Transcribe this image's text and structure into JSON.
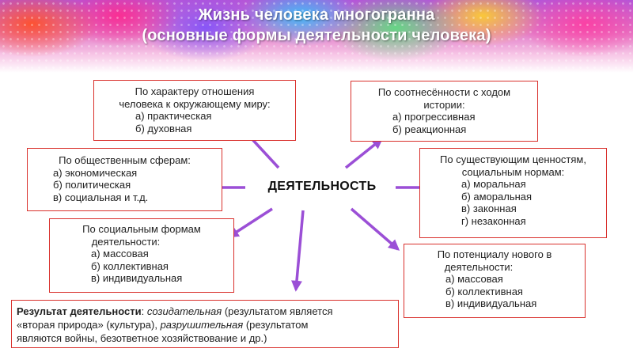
{
  "title": {
    "line1": "Жизнь человека многогранна",
    "line2": "(основные формы деятельности человека)"
  },
  "center": "ДЕЯТЕЛЬНОСТЬ",
  "boxes": {
    "relation": {
      "lines": [
        "По характеру отношения",
        "человека к окружающему миру:"
      ],
      "items": [
        "а) практическая",
        "б) духовная"
      ]
    },
    "history": {
      "lines": [
        "По соотнесённости с ходом",
        "истории:"
      ],
      "items": [
        "а) прогрессивная",
        "б) реакционная"
      ]
    },
    "social": {
      "lines": [
        "По общественным сферам:"
      ],
      "items": [
        "а) экономическая",
        "б) политическая",
        "в) социальная и т.д."
      ]
    },
    "values": {
      "lines": [
        "По существующим ценностям,",
        "социальным нормам:"
      ],
      "items": [
        "а) моральная",
        "б) аморальная",
        "в) законная",
        "г) незаконная"
      ]
    },
    "forms": {
      "lines": [
        "По социальным формам",
        "деятельности:"
      ],
      "items": [
        "а) массовая",
        "б) коллективная",
        "в) индивидуальная"
      ]
    },
    "potential": {
      "lines": [
        "По потенциалу нового в",
        "деятельности:"
      ],
      "items": [
        "а) массовая",
        "б) коллективная",
        "в) индивидуальная"
      ]
    },
    "result": {
      "label": "Результат деятельности",
      "t1": ": ",
      "creative": "созидательная",
      "t2": " (результатом является",
      "t3": "«вторая природа» (культура), ",
      "destructive": "разрушительная",
      "t4": " (результатом",
      "t5": "являются войны, безответное хозяйствование и др.)"
    }
  },
  "colors": {
    "border": "#d9302c",
    "arrow": "#9b4fd6"
  }
}
